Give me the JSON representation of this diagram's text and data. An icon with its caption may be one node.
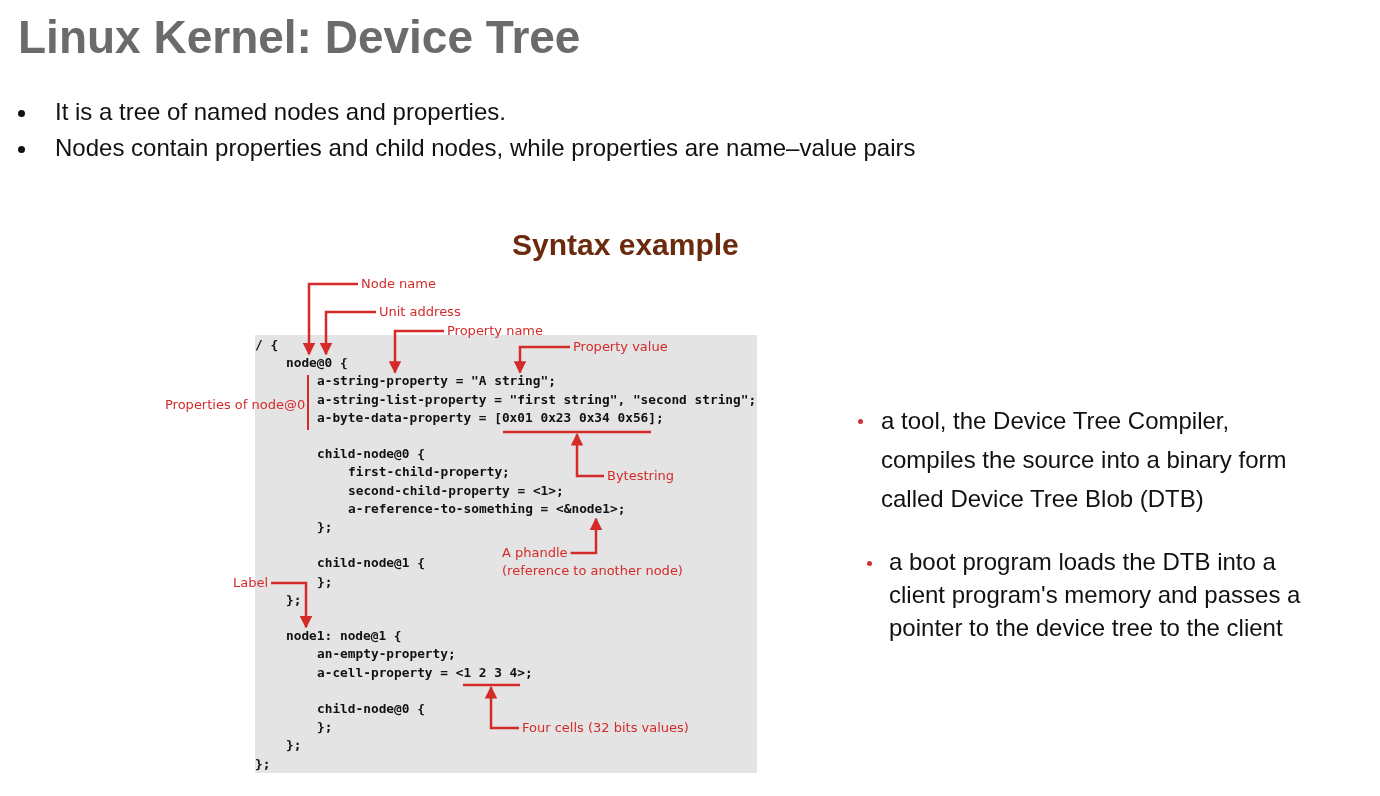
{
  "diagram": {
    "title": "Linux Kernel: Device Tree",
    "nodes": [
      {
        "text": [
          "Node name"
        ]
      },
      {
        "text": [
          "Unit address"
        ]
      },
      {
        "text": [
          "Property name"
        ]
      },
      {
        "text": [
          "Property value"
        ]
      },
      {
        "text": [
          "Bytestring"
        ]
      },
      {
        "text": [
          "A phandle",
          "(reference to another node)"
        ]
      },
      {
        "text": [
          "Label"
        ]
      },
      {
        "text": [
          "Four cells (32 bits values)"
        ]
      },
      {
        "text": [
          "/ {"
        ]
      },
      {
        "text": [
          "node@0 {"
        ]
      },
      {
        "text": [
          "a-string-property = \"A string\";"
        ]
      },
      {
        "text": [
          "a-string-list-property = \"first string\", \"second string\";"
        ]
      },
      {
        "text": [
          "a-byte-data-property = [0x01 0x23 0x34 0x56];"
        ]
      },
      {
        "text": [
          "child-node@0 {"
        ]
      },
      {
        "text": [
          "first-child-property;"
        ]
      },
      {
        "text": [
          "second-child-property = <1>;"
        ]
      },
      {
        "text": [
          "a-reference-to-something = <&node1>;"
        ]
      },
      {
        "text": [
          "};"
        ]
      },
      {
        "text": [
          "child-node@1 {"
        ]
      },
      {
        "text": [
          "};"
        ]
      },
      {
        "text": [
          "};"
        ]
      },
      {
        "text": [
          "node1: node@1 {"
        ]
      },
      {
        "text": [
          "an-empty-property;"
        ]
      },
      {
        "text": [
          "a-cell-property = <1 2 3 4>;"
        ]
      },
      {
        "text": [
          "child-node@0 {"
        ]
      },
      {
        "text": [
          "};"
        ]
      },
      {
        "text": [
          "};"
        ]
      },
      {
        "text": [
          "};"
        ]
      },
      {
        "text": [],
        "shape": "bar"
      },
      {
        "text": [],
        "shape": "bar"
      }
    ],
    "edges": [
      {
        "from": 0,
        "to": 9,
        "arrow": "to"
      },
      {
        "from": 1,
        "to": 9,
        "arrow": "to"
      },
      {
        "from": 2,
        "to": 10,
        "arrow": "to"
      },
      {
        "from": 3,
        "to": 10,
        "arrow": "to"
      },
      {
        "from": 4,
        "to": 28,
        "arrow": "to"
      },
      {
        "from": 5,
        "to": 16,
        "arrow": "to"
      },
      {
        "from": 6,
        "to": 21,
        "arrow": "to"
      },
      {
        "from": 7,
        "to": 29,
        "arrow": "to"
      }
    ],
    "labels": [
      "It is a tree of named nodes and properties.",
      "Nodes contain properties and child nodes, while properties are name–value pairs",
      "Syntax example",
      "Properties of node@0",
      "a tool, the Device Tree Compiler, compiles the source into a binary form called Device Tree Blob (DTB)",
      "a boot program loads the DTB into a client program's memory and passes a pointer to the device tree to the client"
    ]
  }
}
